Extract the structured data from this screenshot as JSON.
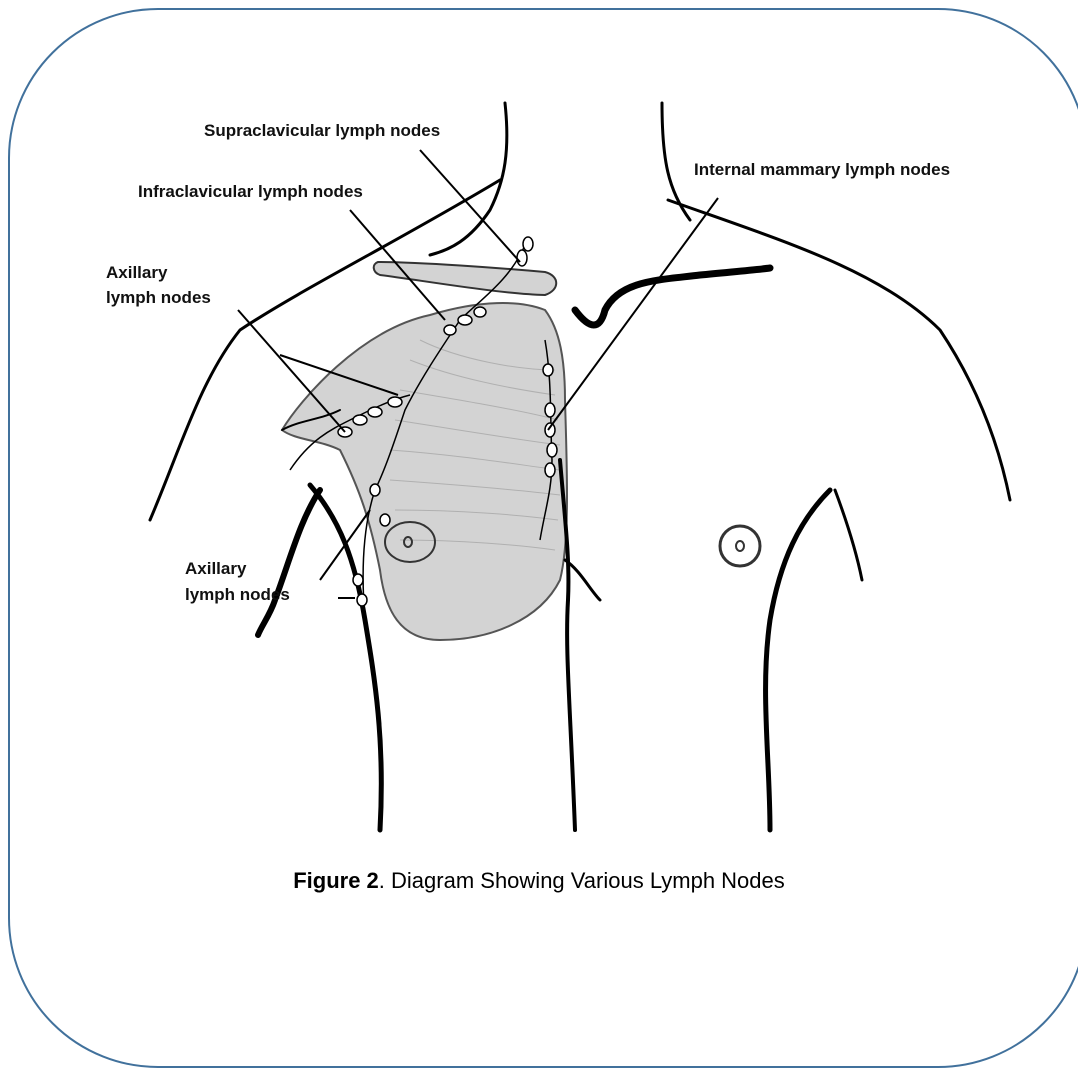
{
  "labels": {
    "supraclavicular": "Supraclavicular lymph nodes",
    "infraclavicular": "Infraclavicular lymph nodes",
    "axillary_upper_1": "Axillary",
    "axillary_upper_2": "lymph nodes",
    "axillary_lower_1": "Axillary",
    "axillary_lower_2": "lymph nodes",
    "internal_mammary": "Internal mammary lymph nodes"
  },
  "caption": {
    "figure": "Figure 2",
    "text": ". Diagram Showing Various Lymph Nodes"
  },
  "colors": {
    "border": "#41719c",
    "breast_fill": "#d3d3d3",
    "line": "#000000"
  }
}
